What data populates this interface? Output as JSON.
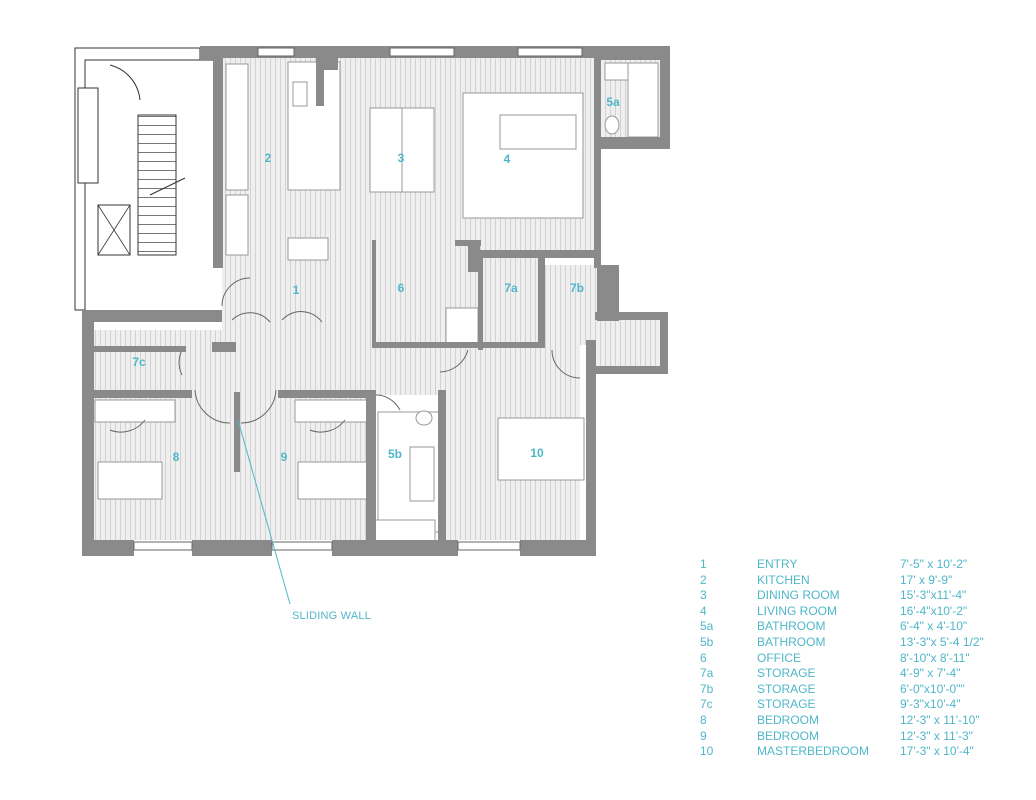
{
  "plan": {
    "room_labels": {
      "r1": "1",
      "r2": "2",
      "r3": "3",
      "r4": "4",
      "r5a": "5a",
      "r5b": "5b",
      "r6": "6",
      "r7a": "7a",
      "r7b": "7b",
      "r7c": "7c",
      "r8": "8",
      "r9": "9",
      "r10": "10"
    },
    "callout": "SLIDING WALL",
    "colors": {
      "wall": "#8a8a8a",
      "floor": "#eeeeee",
      "hatch": "#cfcfcf",
      "accent": "#4fb7c8"
    }
  },
  "legend": [
    {
      "num": "1",
      "name": "ENTRY",
      "dim": "7'-5\" x 10'-2\""
    },
    {
      "num": "2",
      "name": "KITCHEN",
      "dim": "17' x 9'-9\""
    },
    {
      "num": "3",
      "name": "DINING ROOM",
      "dim": "15'-3\"x11'-4\""
    },
    {
      "num": "4",
      "name": "LIVING ROOM",
      "dim": "16'-4\"x10'-2\""
    },
    {
      "num": "5a",
      "name": "BATHROOM",
      "dim": "6'-4\" x 4'-10\""
    },
    {
      "num": "5b",
      "name": "BATHROOM",
      "dim": "13'-3\"x 5'-4 1/2\""
    },
    {
      "num": "6",
      "name": "OFFICE",
      "dim": "8'-10\"x 8'-11\""
    },
    {
      "num": "7a",
      "name": "STORAGE",
      "dim": "4'-9\" x 7'-4\""
    },
    {
      "num": "7b",
      "name": "STORAGE",
      "dim": "6'-0\"x10'-0\"\""
    },
    {
      "num": "7c",
      "name": "STORAGE",
      "dim": "9'-3\"x10'-4\""
    },
    {
      "num": "8",
      "name": "BEDROOM",
      "dim": "12'-3\" x 11'-10\""
    },
    {
      "num": "9",
      "name": "BEDROOM",
      "dim": "12'-3\" x 11'-3\""
    },
    {
      "num": "10",
      "name": "MASTERBEDROOM",
      "dim": "17'-3\" x 10'-4\""
    }
  ]
}
